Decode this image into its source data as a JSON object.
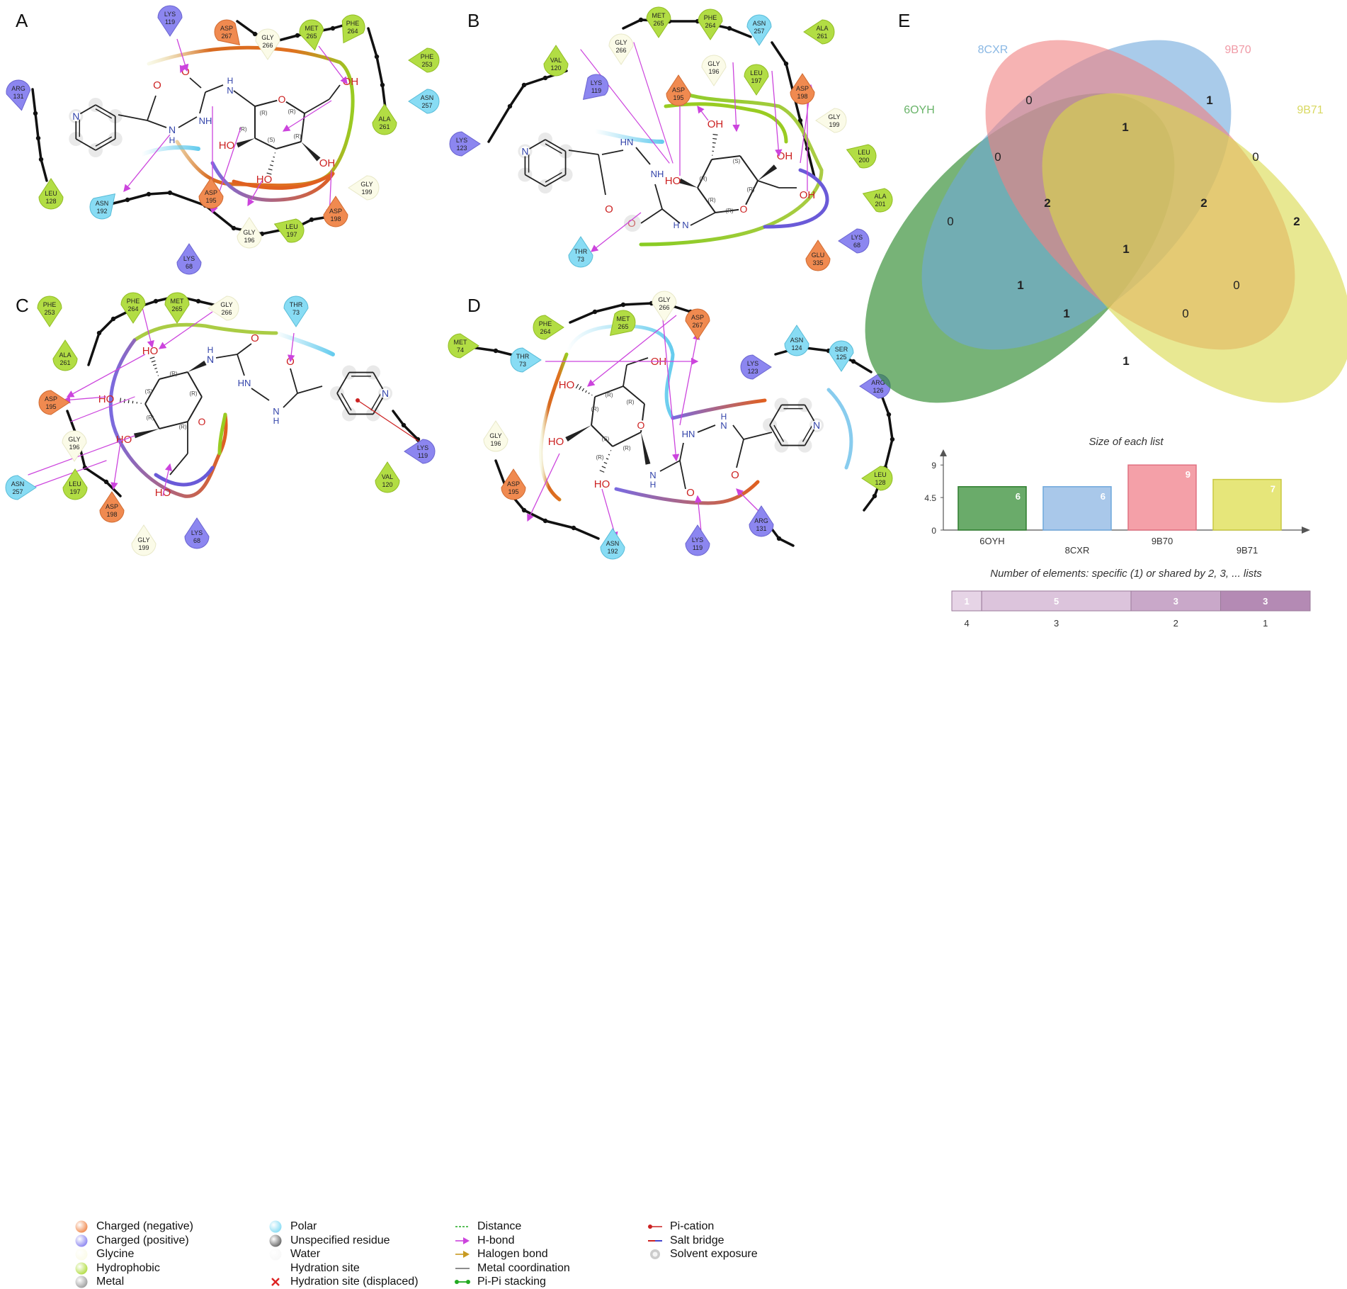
{
  "panels": {
    "A": {
      "label": "A"
    },
    "B": {
      "label": "B"
    },
    "C": {
      "label": "C"
    },
    "D": {
      "label": "D"
    },
    "E": {
      "label": "E"
    }
  },
  "residues": {
    "A": [
      {
        "name": "LYS",
        "num": "119",
        "type": "positive"
      },
      {
        "name": "ASP",
        "num": "267",
        "type": "negative"
      },
      {
        "name": "GLY",
        "num": "266",
        "type": "glycine"
      },
      {
        "name": "MET",
        "num": "265",
        "type": "hydrophobic"
      },
      {
        "name": "PHE",
        "num": "264",
        "type": "hydrophobic"
      },
      {
        "name": "PHE",
        "num": "253",
        "type": "hydrophobic"
      },
      {
        "name": "ASN",
        "num": "257",
        "type": "polar"
      },
      {
        "name": "ARG",
        "num": "131",
        "type": "positive"
      },
      {
        "name": "ALA",
        "num": "261",
        "type": "hydrophobic"
      },
      {
        "name": "LEU",
        "num": "128",
        "type": "hydrophobic"
      },
      {
        "name": "ASN",
        "num": "192",
        "type": "polar"
      },
      {
        "name": "ASP",
        "num": "195",
        "type": "negative"
      },
      {
        "name": "GLY",
        "num": "199",
        "type": "glycine"
      },
      {
        "name": "ASP",
        "num": "198",
        "type": "negative"
      },
      {
        "name": "LEU",
        "num": "197",
        "type": "hydrophobic"
      },
      {
        "name": "GLY",
        "num": "196",
        "type": "glycine"
      },
      {
        "name": "LYS",
        "num": "68",
        "type": "positive"
      }
    ],
    "B": [
      {
        "name": "MET",
        "num": "265",
        "type": "hydrophobic"
      },
      {
        "name": "PHE",
        "num": "264",
        "type": "hydrophobic"
      },
      {
        "name": "ASN",
        "num": "257",
        "type": "polar"
      },
      {
        "name": "ALA",
        "num": "261",
        "type": "hydrophobic"
      },
      {
        "name": "GLY",
        "num": "266",
        "type": "glycine"
      },
      {
        "name": "VAL",
        "num": "120",
        "type": "hydrophobic"
      },
      {
        "name": "LYS",
        "num": "119",
        "type": "positive"
      },
      {
        "name": "GLY",
        "num": "196",
        "type": "glycine"
      },
      {
        "name": "LEU",
        "num": "197",
        "type": "hydrophobic"
      },
      {
        "name": "ASP",
        "num": "195",
        "type": "negative"
      },
      {
        "name": "ASP",
        "num": "198",
        "type": "negative"
      },
      {
        "name": "GLY",
        "num": "199",
        "type": "glycine"
      },
      {
        "name": "LYS",
        "num": "123",
        "type": "positive"
      },
      {
        "name": "LEU",
        "num": "200",
        "type": "hydrophobic"
      },
      {
        "name": "ALA",
        "num": "201",
        "type": "hydrophobic"
      },
      {
        "name": "THR",
        "num": "73",
        "type": "polar"
      },
      {
        "name": "LYS",
        "num": "68",
        "type": "positive"
      },
      {
        "name": "GLU",
        "num": "335",
        "type": "negative"
      }
    ],
    "C": [
      {
        "name": "PHE",
        "num": "264",
        "type": "hydrophobic"
      },
      {
        "name": "MET",
        "num": "265",
        "type": "hydrophobic"
      },
      {
        "name": "GLY",
        "num": "266",
        "type": "glycine"
      },
      {
        "name": "THR",
        "num": "73",
        "type": "polar"
      },
      {
        "name": "PHE",
        "num": "253",
        "type": "hydrophobic"
      },
      {
        "name": "ALA",
        "num": "261",
        "type": "hydrophobic"
      },
      {
        "name": "ASP",
        "num": "195",
        "type": "negative"
      },
      {
        "name": "GLY",
        "num": "196",
        "type": "glycine"
      },
      {
        "name": "ASN",
        "num": "257",
        "type": "polar"
      },
      {
        "name": "LEU",
        "num": "197",
        "type": "hydrophobic"
      },
      {
        "name": "ASP",
        "num": "198",
        "type": "negative"
      },
      {
        "name": "GLY",
        "num": "199",
        "type": "glycine"
      },
      {
        "name": "LYS",
        "num": "68",
        "type": "positive"
      },
      {
        "name": "LYS",
        "num": "119",
        "type": "positive"
      },
      {
        "name": "VAL",
        "num": "120",
        "type": "hydrophobic"
      }
    ],
    "D": [
      {
        "name": "GLY",
        "num": "266",
        "type": "glycine"
      },
      {
        "name": "ASP",
        "num": "267",
        "type": "negative"
      },
      {
        "name": "MET",
        "num": "265",
        "type": "hydrophobic"
      },
      {
        "name": "PHE",
        "num": "264",
        "type": "hydrophobic"
      },
      {
        "name": "MET",
        "num": "74",
        "type": "hydrophobic"
      },
      {
        "name": "THR",
        "num": "73",
        "type": "polar"
      },
      {
        "name": "ASN",
        "num": "124",
        "type": "polar"
      },
      {
        "name": "SER",
        "num": "125",
        "type": "polar"
      },
      {
        "name": "LYS",
        "num": "123",
        "type": "positive"
      },
      {
        "name": "ARG",
        "num": "126",
        "type": "positive"
      },
      {
        "name": "GLY",
        "num": "196",
        "type": "glycine"
      },
      {
        "name": "LEU",
        "num": "128",
        "type": "hydrophobic"
      },
      {
        "name": "ASP",
        "num": "195",
        "type": "negative"
      },
      {
        "name": "ASN",
        "num": "192",
        "type": "polar"
      },
      {
        "name": "LYS",
        "num": "119",
        "type": "positive"
      },
      {
        "name": "ARG",
        "num": "131",
        "type": "positive"
      }
    ]
  },
  "atom_labels": {
    "O": "O",
    "OH": "OH",
    "HO": "HO",
    "N": "N",
    "H": "H",
    "NH": "NH",
    "HN": "HN",
    "R": "(R)",
    "S": "(S)"
  },
  "legend": {
    "col1": [
      "Charged (negative)",
      "Charged (positive)",
      "Glycine",
      "Hydrophobic",
      "Metal"
    ],
    "col2": [
      "Polar",
      "Unspecified residue",
      "Water",
      "Hydration site",
      "Hydration site (displaced)"
    ],
    "col3": [
      "Distance",
      "H-bond",
      "Halogen bond",
      "Metal coordination",
      "Pi-Pi stacking"
    ],
    "col4": [
      "Pi-cation",
      "Salt bridge",
      "Solvent exposure"
    ]
  },
  "venn": {
    "sets": [
      {
        "name": "6OYH",
        "color": "#2e8b2e"
      },
      {
        "name": "8CXR",
        "color": "#6fa8dc"
      },
      {
        "name": "9B70",
        "color": "#f08080"
      },
      {
        "name": "9B71",
        "color": "#d8d84a"
      }
    ],
    "region_counts": {
      "only_8CXR": "0",
      "only_9B70": "1",
      "only_6OYH": "0",
      "only_9B71": "2",
      "8CXR_9B70": "1",
      "6OYH_8CXR": "0",
      "9B70_9B71": "0",
      "6OYH_8CXR_9B70": "2",
      "8CXR_9B70_9B71": "2",
      "all": "1",
      "6OYH_9B70": "1",
      "8CXR_9B71": "0",
      "6OYH_9B70_9B71": "1",
      "6OYH_8CXR_9B71": "0",
      "6OYH_9B71": "1"
    }
  },
  "chart_data": [
    {
      "type": "bar",
      "title": "Size of each list",
      "categories": [
        "6OYH",
        "8CXR",
        "9B70",
        "9B71"
      ],
      "values": [
        6,
        6,
        9,
        7
      ],
      "yticks": [
        "0",
        "4.5",
        "9"
      ],
      "ylim": [
        0,
        10
      ],
      "colors": [
        "#6aab6a",
        "#a9c8ea",
        "#f4a0a8",
        "#e6e67a"
      ],
      "edge_colors": [
        "#2e7d2e",
        "#6fa8dc",
        "#e07080",
        "#c8c840"
      ]
    },
    {
      "type": "bar",
      "title": "Number of elements: specific (1) or shared by 2, 3, ... lists",
      "categories": [
        "4",
        "3",
        "2",
        "1"
      ],
      "values": [
        1,
        5,
        3,
        3
      ],
      "colors": [
        "#e6d4e6",
        "#dcc4dc",
        "#c9a8c9",
        "#b48ab4"
      ]
    }
  ]
}
